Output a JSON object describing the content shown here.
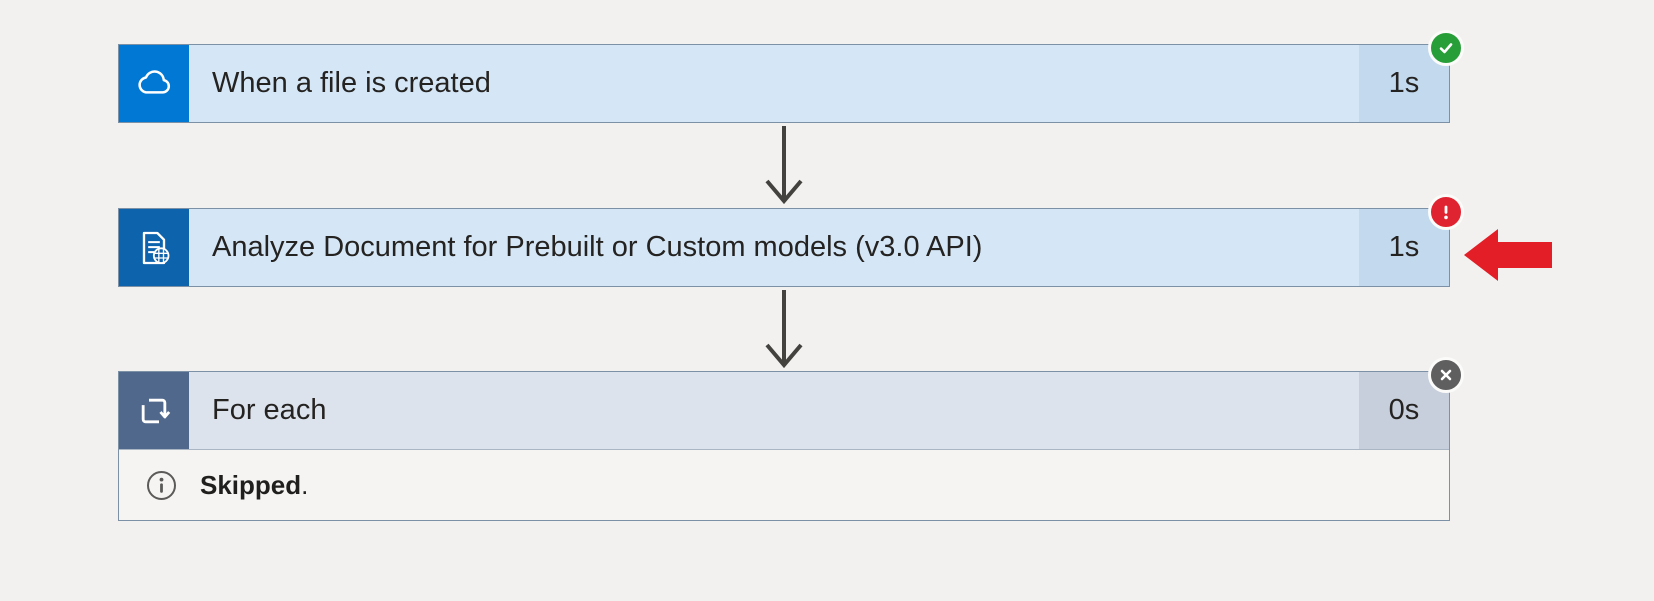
{
  "flow": {
    "steps": [
      {
        "title": "When a file is created",
        "duration": "1s",
        "status": "succeeded",
        "icon": "onedrive-icon"
      },
      {
        "title": "Analyze Document for Prebuilt or Custom models (v3.0 API)",
        "duration": "1s",
        "status": "failed",
        "icon": "analyze-document-icon"
      },
      {
        "title": "For each",
        "duration": "0s",
        "status": "skipped",
        "icon": "for-each-icon",
        "message_bold": "Skipped",
        "message_rest": "."
      }
    ],
    "annotation": {
      "type": "red-arrow-pointer",
      "target": "Analyze Document for Prebuilt or Custom models (v3.0 API)"
    },
    "colors": {
      "canvas_bg": "#f2f1f0",
      "step1_icon_bg": "#0078d4",
      "step2_icon_bg": "#0e63ad",
      "step3_icon_bg": "#50688c",
      "card_body_blue": "#d5e7f7",
      "card_body_gray": "#dde3ed",
      "duration_blue": "#c2d9ee",
      "duration_gray": "#c7cfdc",
      "card_border": "#7d91a6",
      "success_green": "#289e39",
      "error_red": "#e02330",
      "skipped_gray": "#5f5f5f",
      "annotation_red": "#e31e26",
      "connector_gray": "#44423f"
    }
  }
}
